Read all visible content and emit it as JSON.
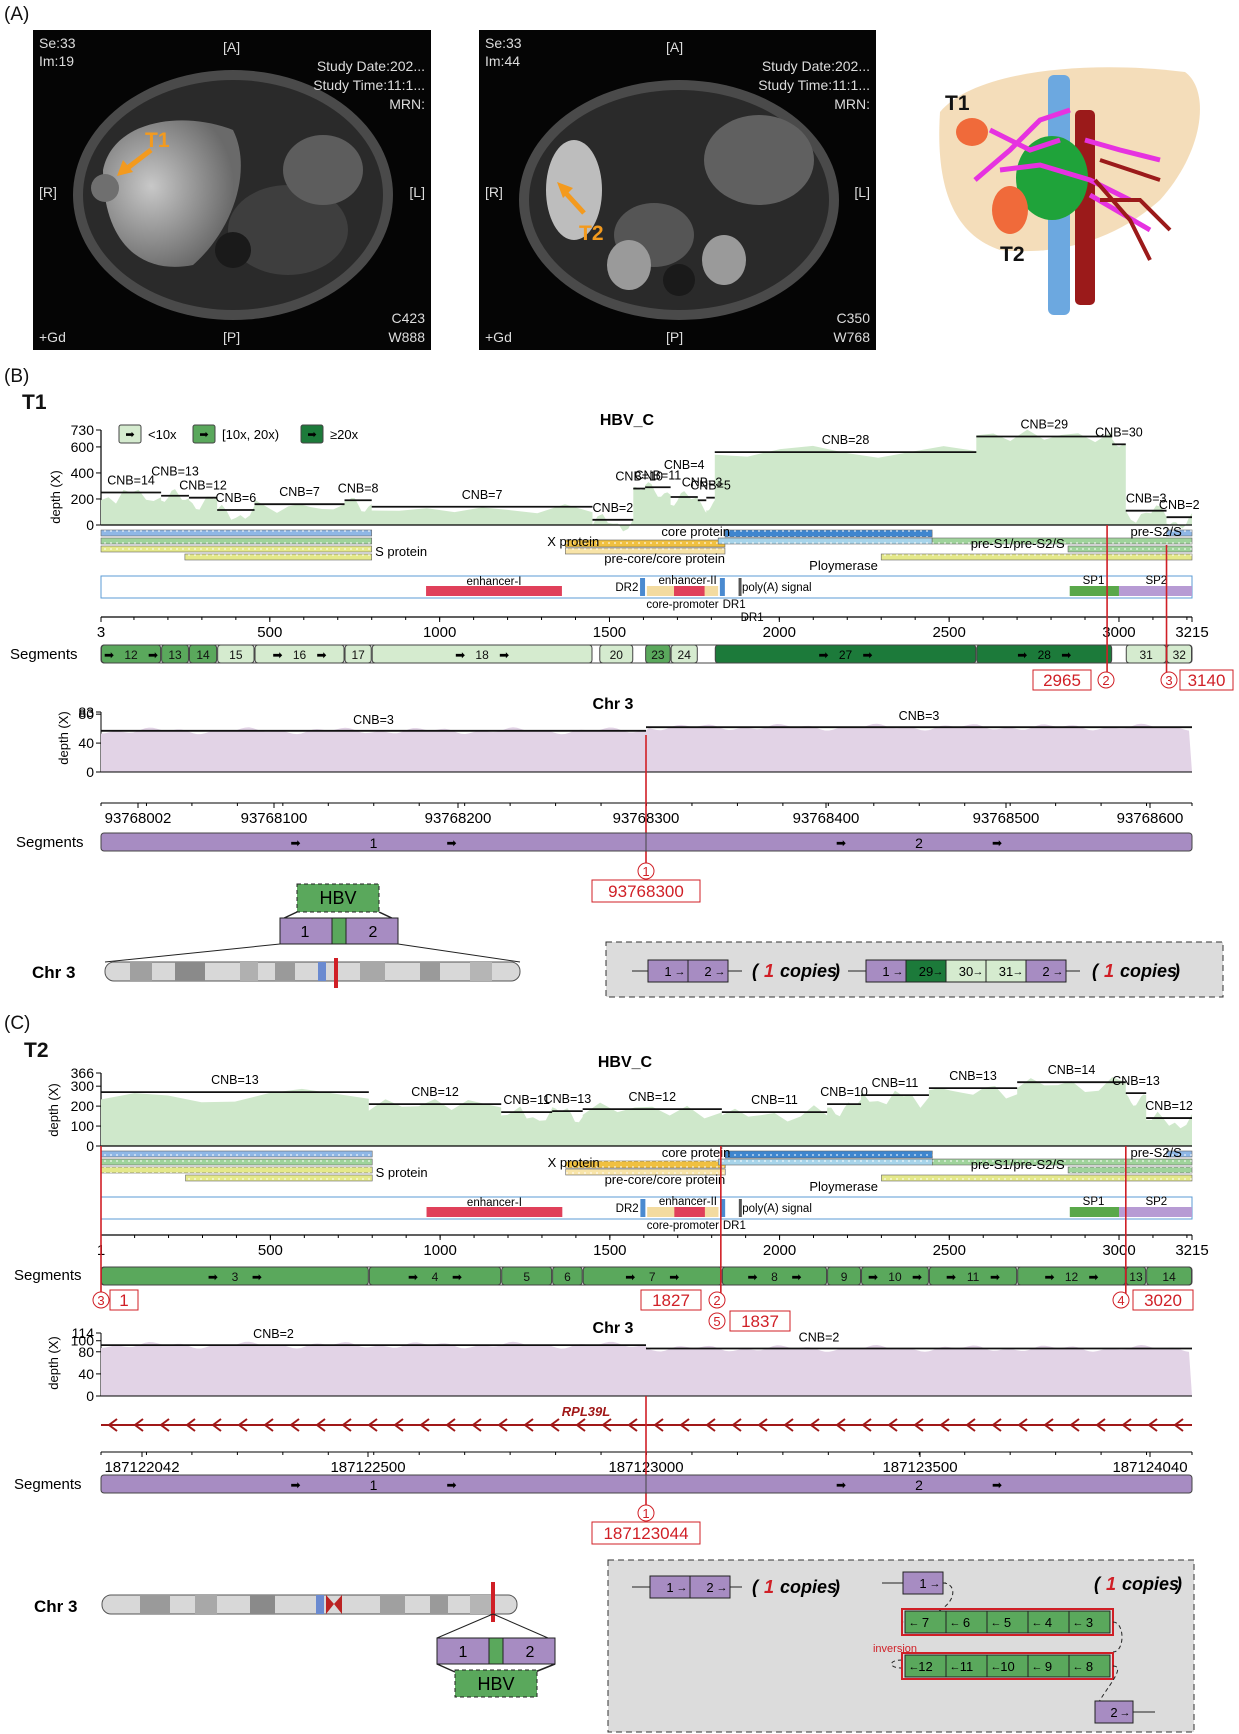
{
  "panels": {
    "a": "(A)",
    "b": "(B)",
    "c": "(C)"
  },
  "mri": {
    "left": {
      "tl1": "Se:33",
      "tl2": "Im:19",
      "top": "[A]",
      "tr1": "Study Date:202...",
      "tr2": "Study Time:11:1...",
      "tr3": "MRN:",
      "left": "[R]",
      "right": "[L]",
      "bl": "+Gd",
      "bottom": "[P]",
      "br1": "C423",
      "br2": "W888",
      "tumor": "T1"
    },
    "middle": {
      "tl1": "Se:33",
      "tl2": "Im:44",
      "top": "[A]",
      "tr1": "Study Date:202...",
      "tr2": "Study Time:11:1...",
      "tr3": "MRN:",
      "left": "[R]",
      "right": "[L]",
      "bl": "+Gd",
      "bottom": "[P]",
      "br1": "C350",
      "br2": "W768",
      "tumor": "T2"
    },
    "model": {
      "t1": "T1",
      "t2": "T2"
    }
  },
  "legend": {
    "low": "<10x",
    "mid": "[10x, 20x)",
    "high": "≥20x"
  },
  "colors": {
    "low": "#d5ebcf",
    "mid": "#5aa85c",
    "high": "#1c7a3a",
    "purple": "#a78cc2",
    "red": "#d01f26",
    "depth_green": "#cfe8cb",
    "depth_purple": "#e2d3e6"
  },
  "common": {
    "depth_label": "depth (X)",
    "segments_label": "Segments",
    "chr_label": "Chr 3",
    "hbv_box": "HBV",
    "copies": "copies",
    "copies_n": "1",
    "genes": {
      "x_protein": "X protein",
      "core_protein": "core protein",
      "s_protein": "S protein",
      "precore": "pre-core/core protein",
      "pres1": "pre-S1/pre-S2/S",
      "pres2": "pre-S2/S",
      "polymerase": "Ploymerase",
      "enhancer1": "enhancer-I",
      "dr2": "DR2",
      "enhancer2": "enhancer-II",
      "core_promoter": "core-promoter",
      "dr1": "DR1",
      "polya": "poly(A) signal",
      "sp1": "SP1",
      "sp2": "SP2"
    }
  },
  "b": {
    "tumor": "T1",
    "hbv_title": "HBV_C",
    "chr_title": "Chr 3",
    "ylim": [
      0,
      730
    ],
    "yticks": [
      "730",
      "600",
      "400",
      "200",
      "0"
    ],
    "chr_yticks": [
      "83",
      "80",
      "40",
      "0"
    ],
    "xticks": [
      "3",
      "500",
      "1000",
      "1500",
      "2000",
      "2500",
      "3000",
      "3215"
    ],
    "dr1_extra": "DR1",
    "chr_xticks": [
      "93768002",
      "93768100",
      "93768200",
      "93768300",
      "93768400",
      "93768500",
      "93768600"
    ],
    "cnb": [
      {
        "label": "CNB=14",
        "from": 3,
        "to": 180,
        "depth": 250
      },
      {
        "label": "CNB=13",
        "from": 180,
        "to": 262,
        "depth": 225
      },
      {
        "label": "CNB=12",
        "from": 262,
        "to": 345,
        "depth": 210
      },
      {
        "label": "CNB=6",
        "from": 345,
        "to": 455,
        "depth": 115
      },
      {
        "label": "CNB=7",
        "from": 455,
        "to": 720,
        "depth": 160
      },
      {
        "label": "CNB=8",
        "from": 720,
        "to": 800,
        "depth": 190
      },
      {
        "label": "CNB=7",
        "from": 800,
        "to": 1450,
        "depth": 140
      },
      {
        "label": "CNB=2",
        "from": 1450,
        "to": 1570,
        "depth": 40
      },
      {
        "label": "CNB=10",
        "from": 1570,
        "to": 1605,
        "depth": 280
      },
      {
        "label": "CNB=11",
        "from": 1605,
        "to": 1680,
        "depth": 290
      },
      {
        "label": "CNB=4",
        "from": 1680,
        "to": 1760,
        "depth": 215
      },
      {
        "label": "CNB=3",
        "from": 1760,
        "to": 1785,
        "depth": 190
      },
      {
        "label": "CNB=5",
        "from": 1785,
        "to": 1810,
        "depth": 210
      },
      {
        "label": "CNB=28",
        "from": 1810,
        "to": 2580,
        "depth": 560
      },
      {
        "label": "CNB=29",
        "from": 2580,
        "to": 2980,
        "depth": 680
      },
      {
        "label": "CNB=30",
        "from": 2980,
        "to": 3020,
        "depth": 620
      },
      {
        "label": "CNB=3",
        "from": 3020,
        "to": 3140,
        "depth": 110
      },
      {
        "label": "CNB=2",
        "from": 3140,
        "to": 3215,
        "depth": 60
      }
    ],
    "segments": [
      {
        "label": "12",
        "from": 3,
        "to": 180,
        "cls": "mid"
      },
      {
        "label": "13",
        "from": 180,
        "to": 262,
        "cls": "mid"
      },
      {
        "label": "14",
        "from": 262,
        "to": 345,
        "cls": "mid"
      },
      {
        "label": "15",
        "from": 345,
        "to": 455,
        "cls": "low"
      },
      {
        "label": "16",
        "from": 455,
        "to": 720,
        "cls": "low"
      },
      {
        "label": "17",
        "from": 720,
        "to": 800,
        "cls": "low"
      },
      {
        "label": "18",
        "from": 800,
        "to": 1450,
        "cls": "low"
      },
      {
        "label": "20",
        "from": 1470,
        "to": 1570,
        "cls": "low"
      },
      {
        "label": "23",
        "from": 1605,
        "to": 1680,
        "cls": "mid"
      },
      {
        "label": "24",
        "from": 1680,
        "to": 1760,
        "cls": "low"
      },
      {
        "label": "27",
        "from": 1810,
        "to": 2580,
        "cls": "high"
      },
      {
        "label": "28",
        "from": 2580,
        "to": 2980,
        "cls": "high"
      },
      {
        "label": "31",
        "from": 3020,
        "to": 3140,
        "cls": "low"
      },
      {
        "label": "32",
        "from": 3140,
        "to": 3215,
        "cls": "low"
      }
    ],
    "chr_cnb": [
      {
        "label": "CNB=3"
      },
      {
        "label": "CNB=3"
      }
    ],
    "chr_segments": [
      "1",
      "2"
    ],
    "breakpoints": {
      "bp2": "2965",
      "bp2_n": "2",
      "bp3": "3140",
      "bp3_n": "3",
      "chr_bp": "93768300",
      "chr_bp_n": "1"
    },
    "structure_left": [
      "1",
      "2"
    ],
    "structure_right": [
      "1",
      "29",
      "30",
      "31",
      "2"
    ],
    "insertion": {
      "left": "1",
      "right": "2"
    }
  },
  "c": {
    "tumor": "T2",
    "hbv_title": "HBV_C",
    "chr_title": "Chr 3",
    "ylim": [
      0,
      366
    ],
    "yticks": [
      "366",
      "300",
      "200",
      "100",
      "0"
    ],
    "chr_yticks": [
      "114",
      "100",
      "80",
      "40",
      "0"
    ],
    "xticks": [
      "1",
      "500",
      "1000",
      "1500",
      "2000",
      "2500",
      "3000",
      "3215"
    ],
    "chr_xticks": [
      "187122042",
      "187122500",
      "187123000",
      "187123500",
      "187124040"
    ],
    "gene_name": "RPL39L",
    "cnb": [
      {
        "label": "CNB=13",
        "from": 1,
        "to": 790,
        "depth": 270
      },
      {
        "label": "CNB=12",
        "from": 790,
        "to": 1180,
        "depth": 210
      },
      {
        "label": "CNB=11",
        "from": 1180,
        "to": 1330,
        "depth": 170
      },
      {
        "label": "CNB=13",
        "from": 1330,
        "to": 1420,
        "depth": 175
      },
      {
        "label": "CNB=12",
        "from": 1420,
        "to": 1830,
        "depth": 185
      },
      {
        "label": "CNB=11",
        "from": 1830,
        "to": 2140,
        "depth": 170
      },
      {
        "label": "CNB=10",
        "from": 2140,
        "to": 2240,
        "depth": 210
      },
      {
        "label": "CNB=11",
        "from": 2240,
        "to": 2440,
        "depth": 255
      },
      {
        "label": "CNB=13",
        "from": 2440,
        "to": 2700,
        "depth": 290
      },
      {
        "label": "CNB=14",
        "from": 2700,
        "to": 3020,
        "depth": 320
      },
      {
        "label": "CNB=13",
        "from": 3020,
        "to": 3080,
        "depth": 265
      },
      {
        "label": "CNB=12",
        "from": 3080,
        "to": 3215,
        "depth": 140
      }
    ],
    "segments": [
      {
        "label": "3",
        "from": 1,
        "to": 790,
        "cls": "mid"
      },
      {
        "label": "4",
        "from": 790,
        "to": 1180,
        "cls": "mid"
      },
      {
        "label": "5",
        "from": 1180,
        "to": 1330,
        "cls": "mid"
      },
      {
        "label": "6",
        "from": 1330,
        "to": 1420,
        "cls": "mid"
      },
      {
        "label": "7",
        "from": 1420,
        "to": 1830,
        "cls": "mid"
      },
      {
        "label": "8",
        "from": 1830,
        "to": 2140,
        "cls": "mid"
      },
      {
        "label": "9",
        "from": 2140,
        "to": 2240,
        "cls": "mid"
      },
      {
        "label": "10",
        "from": 2240,
        "to": 2440,
        "cls": "mid"
      },
      {
        "label": "11",
        "from": 2440,
        "to": 2700,
        "cls": "mid"
      },
      {
        "label": "12",
        "from": 2700,
        "to": 3020,
        "cls": "mid"
      },
      {
        "label": "13",
        "from": 3020,
        "to": 3080,
        "cls": "mid"
      },
      {
        "label": "14",
        "from": 3080,
        "to": 3215,
        "cls": "mid"
      }
    ],
    "chr_cnb": [
      {
        "label": "CNB=2"
      },
      {
        "label": "CNB=2"
      }
    ],
    "chr_segments": [
      "1",
      "2"
    ],
    "breakpoints": {
      "bp3": "1",
      "bp3_n": "3",
      "bp2": "1827",
      "bp2_n": "2",
      "bp5": "1837",
      "bp5_n": "5",
      "bp4": "3020",
      "bp4_n": "4",
      "chr_bp": "187123044",
      "chr_bp_n": "1"
    },
    "structure_left": [
      "1",
      "2"
    ],
    "structure_row1": [
      "1"
    ],
    "structure_row2": [
      "7",
      "6",
      "5",
      "4",
      "3"
    ],
    "structure_row3": [
      "12",
      "11",
      "10",
      "9",
      "8"
    ],
    "structure_row4": [
      "2"
    ],
    "inversion": "inversion",
    "insertion": {
      "left": "1",
      "right": "2"
    }
  }
}
